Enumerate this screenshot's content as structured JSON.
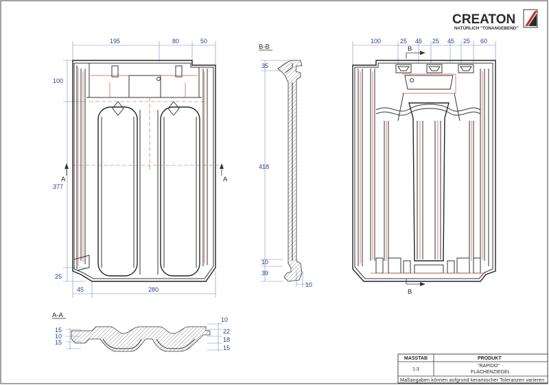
{
  "brand": {
    "name": "CREATON",
    "tagline": "NATÜRLICH \"TONANGEBEND\""
  },
  "colors": {
    "dimension": "#2b3f8f",
    "hidden_line": "#c0504d",
    "outline": "#333333"
  },
  "views": {
    "front": {
      "dims_top": [
        "195",
        "80",
        "50"
      ],
      "dims_left": [
        "100",
        "377",
        "25"
      ],
      "dims_bottom": [
        "45",
        "280"
      ],
      "section_marks": [
        "A",
        "A"
      ]
    },
    "bb": {
      "title": "B-B",
      "dims": [
        "35",
        "418",
        "10",
        "39",
        "10"
      ]
    },
    "back": {
      "dims_top": [
        "100",
        "25",
        "45",
        "25",
        "45",
        "25",
        "60"
      ],
      "section_marks": [
        "B",
        "B"
      ]
    },
    "aa": {
      "title": "A-A",
      "dims_left": [
        "15",
        "10",
        "15"
      ],
      "dims_right": [
        "10",
        "22",
        "18",
        "15"
      ]
    }
  },
  "title_block": {
    "scale_label": "MASSTAB",
    "scale_value": "1:3",
    "product_label": "PRODUKT",
    "product_name": "\"RAPIDO\"",
    "product_type": "FLÄCHENZIEGEL",
    "note": "Maßangaben können aufgrund keramischer Toleranzen varieren"
  }
}
